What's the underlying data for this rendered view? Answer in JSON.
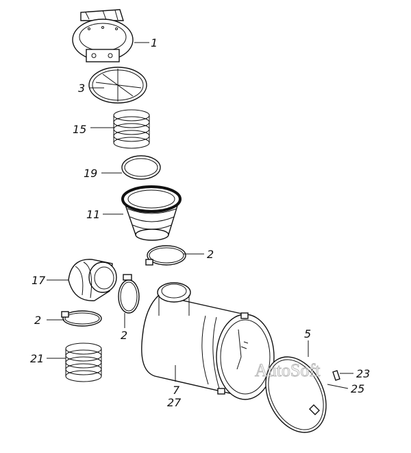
{
  "diagram": {
    "callouts": [
      {
        "id": "c1",
        "text": "1"
      },
      {
        "id": "c3",
        "text": "3"
      },
      {
        "id": "c15",
        "text": "15"
      },
      {
        "id": "c19",
        "text": "19"
      },
      {
        "id": "c11",
        "text": "11"
      },
      {
        "id": "c2a",
        "text": "2"
      },
      {
        "id": "c17",
        "text": "17"
      },
      {
        "id": "c2b",
        "text": "2"
      },
      {
        "id": "c2c",
        "text": "2"
      },
      {
        "id": "c21",
        "text": "21"
      },
      {
        "id": "c7",
        "text": "7"
      },
      {
        "id": "c27",
        "text": "27"
      },
      {
        "id": "c5",
        "text": "5"
      },
      {
        "id": "c23",
        "text": "23"
      },
      {
        "id": "c25",
        "text": "25"
      }
    ],
    "watermark": "AutoSoft"
  },
  "colors": {
    "ink": "#111111",
    "paper": "#ffffff",
    "watermark": "#b8b8b8"
  }
}
